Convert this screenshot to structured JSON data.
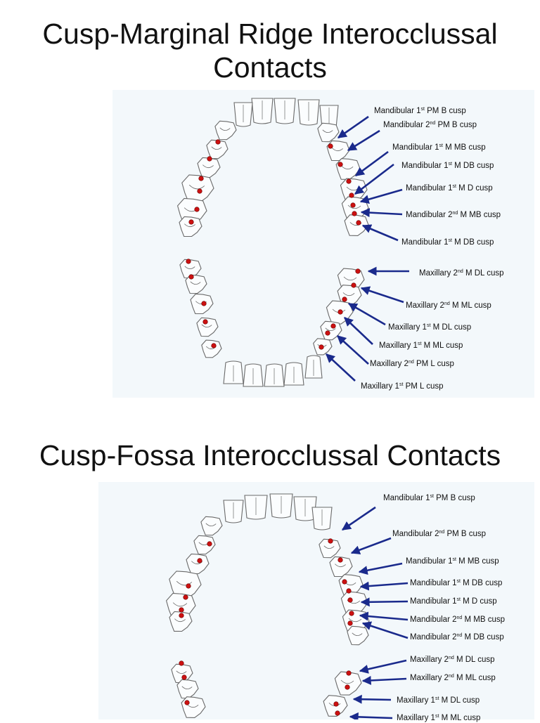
{
  "section1": {
    "title_line1": "Cusp-Marginal Ridge Interocclussal",
    "title_line2": "Contacts",
    "mandibular_labels": [
      {
        "pre": "Mandibular 1",
        "sup": "st",
        "post": " PM B cusp"
      },
      {
        "pre": "Mandibular 2",
        "sup": "nd",
        "post": " PM B cusp"
      },
      {
        "pre": "Mandibular 1",
        "sup": "st",
        "post": " M MB cusp"
      },
      {
        "pre": "Mandibular 1",
        "sup": "st",
        "post": " M DB cusp"
      },
      {
        "pre": "Mandibular 1",
        "sup": "st",
        "post": " M D cusp"
      },
      {
        "pre": "Mandibular 2",
        "sup": "nd",
        "post": " M MB cusp"
      },
      {
        "pre": "Mandibular 1",
        "sup": "st",
        "post": " M DB cusp"
      }
    ],
    "maxillary_labels": [
      {
        "pre": "Maxillary 2",
        "sup": "nd",
        "post": " M DL cusp"
      },
      {
        "pre": "Maxillary 2",
        "sup": "nd",
        "post": " M ML cusp"
      },
      {
        "pre": "Maxillary 1",
        "sup": "st",
        "post": " M DL cusp"
      },
      {
        "pre": "Maxillary 1",
        "sup": "st",
        "post": " M ML cusp"
      },
      {
        "pre": "Maxillary 2",
        "sup": "nd",
        "post": " PM L cusp"
      },
      {
        "pre": "Maxillary 1",
        "sup": "st",
        "post": " PM L cusp"
      }
    ]
  },
  "section2": {
    "title": "Cusp-Fossa Interocclussal Contacts",
    "mandibular_labels": [
      {
        "pre": "Mandibular 1",
        "sup": "st",
        "post": " PM B cusp"
      },
      {
        "pre": "Mandibular 2",
        "sup": "nd",
        "post": " PM B cusp"
      },
      {
        "pre": "Mandibular 1",
        "sup": "st",
        "post": " M MB cusp"
      },
      {
        "pre": "Mandibular 1",
        "sup": "st",
        "post": " M DB cusp"
      },
      {
        "pre": "Mandibular 1",
        "sup": "st",
        "post": " M D cusp"
      },
      {
        "pre": "Mandibular 2",
        "sup": "nd",
        "post": " M MB cusp"
      },
      {
        "pre": "Mandibular 2",
        "sup": "nd",
        "post": " M DB cusp"
      }
    ],
    "maxillary_labels": [
      {
        "pre": "Maxillary 2",
        "sup": "nd",
        "post": " M DL cusp"
      },
      {
        "pre": "Maxillary 2",
        "sup": "nd",
        "post": " M ML cusp"
      },
      {
        "pre": "Maxillary 1",
        "sup": "st",
        "post": " M DL cusp"
      },
      {
        "pre": "Maxillary 1",
        "sup": "st",
        "post": " M ML cusp"
      }
    ]
  },
  "colors": {
    "arrow": "#1a2a8c",
    "contact_dot": "#cc1111",
    "tooth_outline": "#6a6a6a",
    "figure_bg": "#f3f8fb"
  }
}
